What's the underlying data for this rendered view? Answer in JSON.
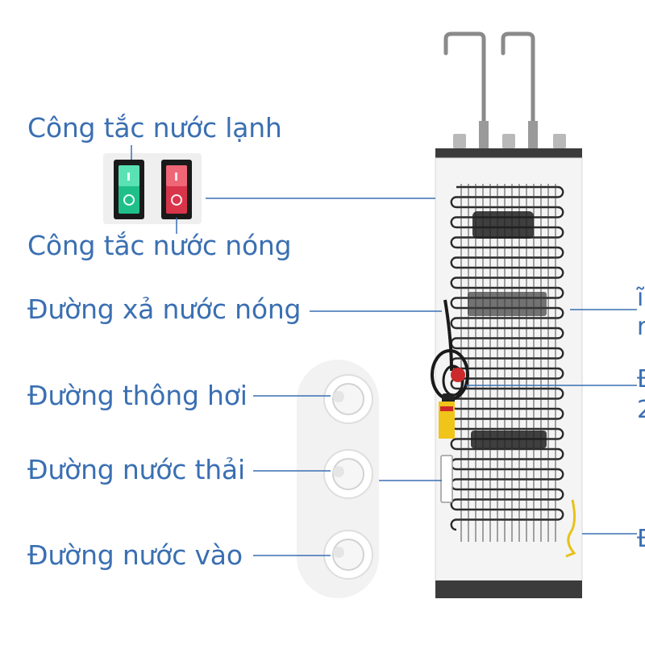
{
  "labels": {
    "cold_switch": "Công tắc nước lạnh",
    "hot_switch": "Công tắc nước nóng",
    "hot_drain": "Đường xả nước nóng",
    "vent_line": "Đường thông hơi",
    "waste_line": "Đường nước thải",
    "inlet_line": "Đường nước vào"
  },
  "cut_labels": [
    "ĩ",
    "r",
    "Đ",
    "2",
    "Đ"
  ],
  "colors": {
    "label_text": "#3a6fb2",
    "leader_line": "#3a6fb2",
    "cold_switch": "#1fbf8a",
    "hot_switch": "#d8344a",
    "cabinet_body": "#f4f4f4",
    "cabinet_base": "#3b3b3b",
    "condenser_coil": "#2a2a2a",
    "ground_wire": "#e6c21a"
  },
  "icons": {
    "cold_switch": "rocker-switch-icon",
    "hot_switch": "rocker-switch-icon",
    "faucet": "faucet-icon",
    "port": "hose-port-icon",
    "power_plug": "power-plug-icon"
  }
}
